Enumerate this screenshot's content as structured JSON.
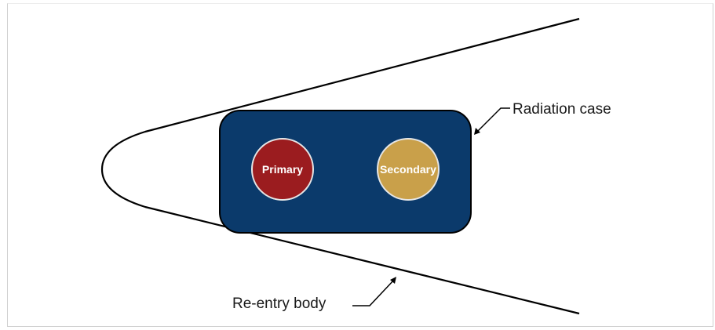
{
  "labels": {
    "radiation_case": "Radiation case",
    "reentry_body": "Re-entry body",
    "primary": "Primary",
    "secondary": "Secondary"
  },
  "colors": {
    "radiation_case_fill": "#0b3a6b",
    "primary_fill": "#9b1c1f",
    "secondary_fill": "#c9a04a",
    "outline": "#000000"
  }
}
